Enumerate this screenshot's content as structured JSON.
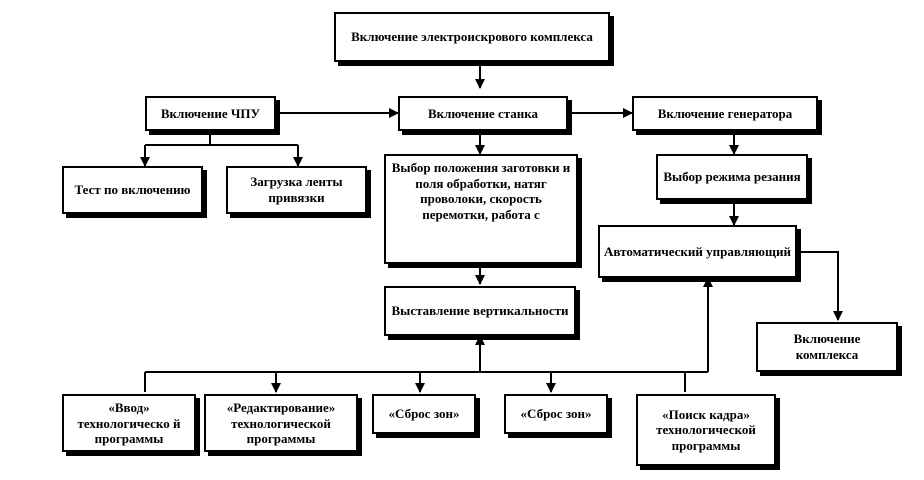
{
  "nodes": {
    "complex_on": "Включение электроискрового комплекса",
    "cnc_on": "Включение ЧПУ",
    "machine_on": "Включение станка",
    "generator_on": "Включение генератора",
    "power_test": "Тест по включению",
    "tape_load": "Загрузка ленты привязки",
    "position_select": "Выбор положения заготовки и поля обработки, натяг проволоки, скорость перемотки, работа с",
    "mode_select": "Выбор режима резания",
    "auto_control": "Автоматический управляющий",
    "complex_enable": "Включение комплекса",
    "vertical_set": "Выставление вертикальности",
    "program_input": "«Ввод» технологическо й программы",
    "program_edit": "«Редактирование» технологической программы",
    "zone_reset_1": "«Сброс зон»",
    "zone_reset_2": "«Сброс зон»",
    "frame_search": "«Поиск кадра» технологической программы"
  },
  "colors": {
    "line": "#000000",
    "box_border": "#000000",
    "background": "#ffffff"
  }
}
